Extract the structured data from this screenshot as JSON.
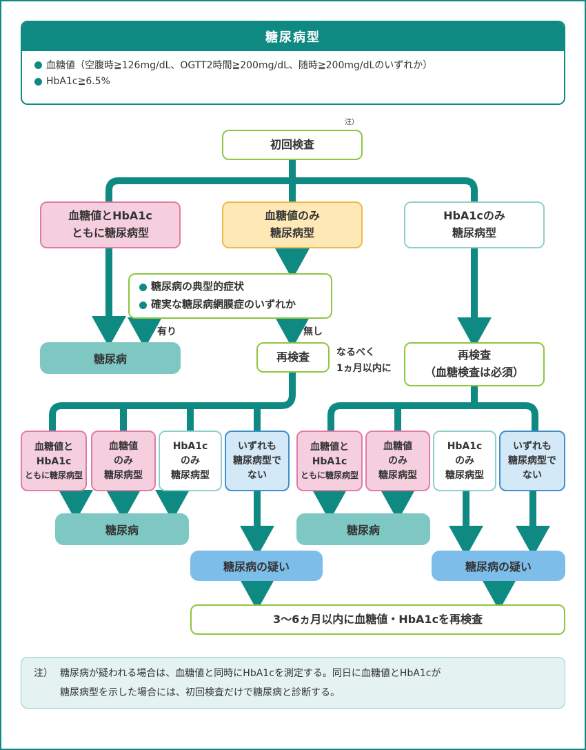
{
  "header": {
    "title": "糖尿病型",
    "bullets": [
      "血糖値（空腹時≧126mg/dL、OGTT2時間≧200mg/dL、随時≧200mg/dLのいずれか）",
      "HbA1c≧6.5%"
    ]
  },
  "initial": {
    "label": "初回検査",
    "note_mark": "注）"
  },
  "level1": {
    "both": [
      "血糖値とHbA1c",
      "ともに糖尿病型"
    ],
    "glucose_only": [
      "血糖値のみ",
      "糖尿病型"
    ],
    "hba1c_only": [
      "HbA1cのみ",
      "糖尿病型"
    ]
  },
  "symptoms": [
    "糖尿病の典型的症状",
    "確実な糖尿病網膜症のいずれか"
  ],
  "labels": {
    "yes": "有り",
    "no": "無し",
    "soon": [
      "なるべく",
      "1ヵ月以内に"
    ]
  },
  "diabetes": "糖尿病",
  "retest_left": "再検査",
  "retest_right": [
    "再検査",
    "（血糖検査は必須）"
  ],
  "level2": {
    "both": [
      "血糖値と",
      "HbA1c",
      "ともに糖尿病型"
    ],
    "glucose": [
      "血糖値",
      "のみ",
      "糖尿病型"
    ],
    "hba1c": [
      "HbA1c",
      "のみ",
      "糖尿病型"
    ],
    "neither": [
      "いずれも",
      "糖尿病型で",
      "ない"
    ]
  },
  "suspect": "糖尿病の疑い",
  "final": "3〜6ヵ月以内に血糖値・HbA1cを再検査",
  "footnote": {
    "mark": "注）",
    "line1": "糖尿病が疑われる場合は、血糖値と同時にHbA1cを測定する。同日に血糖値とHbA1cが",
    "line2": "糖尿病型を示した場合には、初回検査だけで糖尿病と診断する。"
  },
  "colors": {
    "teal": "#0f8a82",
    "pink": "#f6cfdf",
    "pink_border": "#e27aa6",
    "yellow": "#fde8b6",
    "yellow_border": "#f0b84a",
    "green_border": "#8dc63f",
    "result": "#7fc7c2",
    "suspect": "#7dbde9",
    "blue": "#d3e9f7"
  }
}
